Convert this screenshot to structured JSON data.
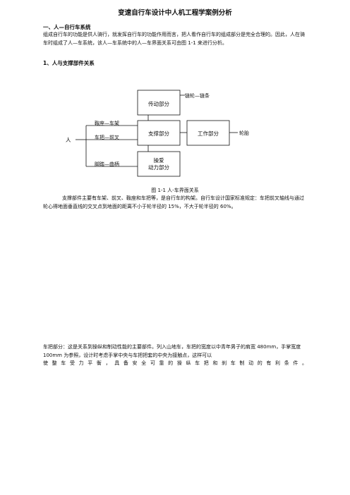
{
  "doc": {
    "title": "变速自行车设计中人机工程学案例分析",
    "section1_heading": "一、人—自行车系统",
    "section1_para": "组成自行车的功能是供人骑行，就发挥自行车的功能作用而言，把人看作自行车的组成部分是完全合理的。因此，人在骑车时组成了人—车系统，该人—车系统中的人—车界面关系可由图 1-1 来进行分析。",
    "section1_sub": "1、人与支撑部件关系",
    "figure_caption": "图 1-1 人-车界面关系",
    "support_para": "支撑部件主要有车架、前叉、鞍座和车把等，是自行车的构架。自行车设计国家标准规定：车把前叉轴线与通过轮心得地面垂直线的交叉点到地面的距离不小于轮半径的 15%，不大于轮半径的 60%。",
    "handlebar_para": "车把部分：这是关系到操纵和制动性能的主要部件。列入山地车，车把的宽度以中青年男子的肩宽 480mm，手掌宽度 100mm 为参照，设计时考虑手掌中央与车把把套的中央为接触点，这样可以",
    "handlebar_last": "使整车受力平衡，具备安全可靠的操纵车把和刹车制动的有利条件。"
  },
  "diagram": {
    "person": "人",
    "branch_seat": "鞍座—车架",
    "branch_handle": "车把—前叉",
    "branch_pedal": "脚踏—曲柄",
    "box_transmission": "传动部分",
    "box_support": "支撑部分",
    "box_work": "工作部分",
    "box_brake_line1": "操爱",
    "box_brake_line2": "动力部分",
    "chain": "链轮—链条",
    "tire": "轮胎"
  }
}
